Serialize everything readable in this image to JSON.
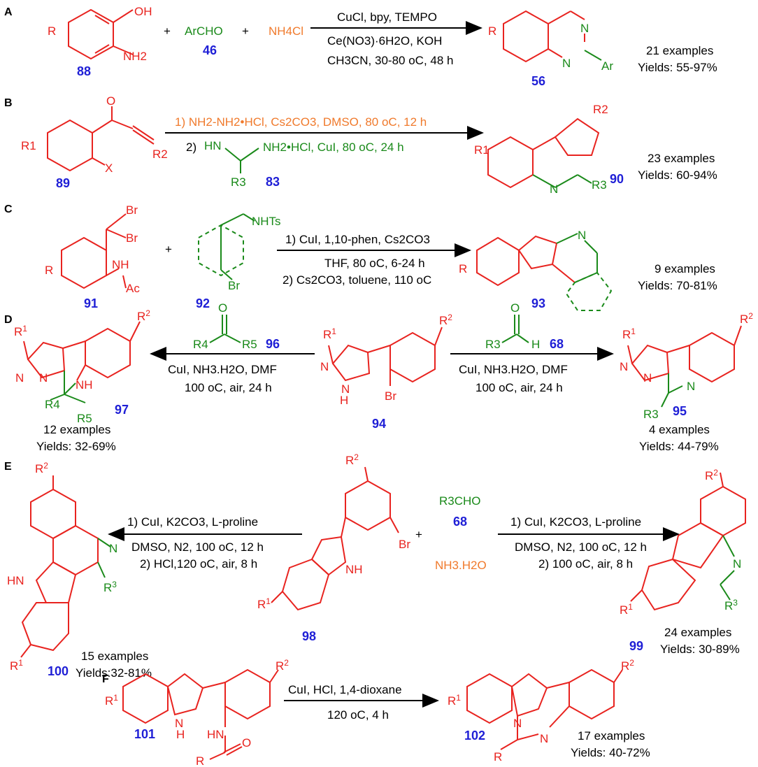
{
  "panels": {
    "A": {
      "letter": "A",
      "r1": "R",
      "oh": "OH",
      "nh2": "NH2",
      "aldehyde": "ArCHO",
      "nh4cl": "NH4Cl",
      "c1": "88",
      "c2": "46",
      "prod": "56",
      "cond1": "CuCl, bpy, TEMPO",
      "cond2": "Ce(NO3)·6H2O, KOH",
      "cond3": "CH3CN, 30-80 oC, 48 h",
      "ex": "21 examples",
      "yld": "Yields: 55-97%",
      "n": "N",
      "ar": "Ar"
    },
    "B": {
      "letter": "B",
      "c1": "89",
      "c2": "83",
      "prod": "90",
      "cond1": "1) NH2-NH2•HCl, Cs2CO3, DMSO, 80 oC, 12 h",
      "cond2": "2)",
      "hn": "HN",
      "nh2hcl": "NH2•HCl, CuI, 80 oC, 24 h",
      "ex": "23 examples",
      "yld": "Yields: 60-94%",
      "o": "O",
      "x": "X",
      "r1": "R1",
      "r2": "R2",
      "r3": "R3"
    },
    "C": {
      "letter": "C",
      "c1": "91",
      "c2": "92",
      "prod": "93",
      "br": "Br",
      "nh": "NH",
      "ac": "Ac",
      "nhts": "NHTs",
      "r": "R",
      "cond1": "1) CuI, 1,10-phen, Cs2CO3",
      "cond2": "THF, 80 oC, 6-24 h",
      "cond3": "2) Cs2CO3, toluene, 110 oC",
      "ex": "9 examples",
      "yld": "Yields: 70-81%"
    },
    "D": {
      "letter": "D",
      "c_left": "97",
      "c_mid": "94",
      "c_right": "95",
      "c_ketone": "96",
      "c_ald": "68",
      "condL1": "CuI, NH3.H2O, DMF",
      "condL2": "100 oC, air, 24 h",
      "condR1": "CuI, NH3.H2O, DMF",
      "condR2": "100 oC, air, 24 h",
      "exL": "12 examples",
      "yldL": "Yields: 32-69%",
      "exR": "4 examples",
      "yldR": "Yields: 44-79%",
      "nh": "NH",
      "hn": "H",
      "br": "Br",
      "r4": "R4",
      "r5": "R5",
      "r3": "R3",
      "h": "H"
    },
    "E": {
      "letter": "E",
      "c_left": "100",
      "c_mid": "98",
      "c_right": "99",
      "c_ald": "68",
      "ald": "R3CHO",
      "nh3": "NH3.H2O",
      "condL1": "1) CuI, K2CO3, L-proline",
      "condL2": "DMSO, N2, 100 oC, 12 h",
      "condL3": "2) HCl,120 oC, air, 8 h",
      "condR1": "1) CuI, K2CO3, L-proline",
      "condR2": "DMSO, N2, 100 oC, 12 h",
      "condR3": "2) 100 oC, air, 8 h",
      "exL": "15 examples",
      "yldL": "Yields:32-81%",
      "exR": "24 examples",
      "yldR": "Yields: 30-89%",
      "hn": "HN",
      "nh": "NH",
      "br": "Br",
      "plus": "+"
    },
    "F": {
      "letter": "F",
      "c1": "101",
      "prod": "102",
      "cond1": "CuI, HCl, 1,4-dioxane",
      "cond2": "120 oC, 4 h",
      "ex": "17 examples",
      "yld": "Yields: 40-72%",
      "h": "H",
      "hn": "HN",
      "o": "O",
      "r": "R"
    }
  }
}
